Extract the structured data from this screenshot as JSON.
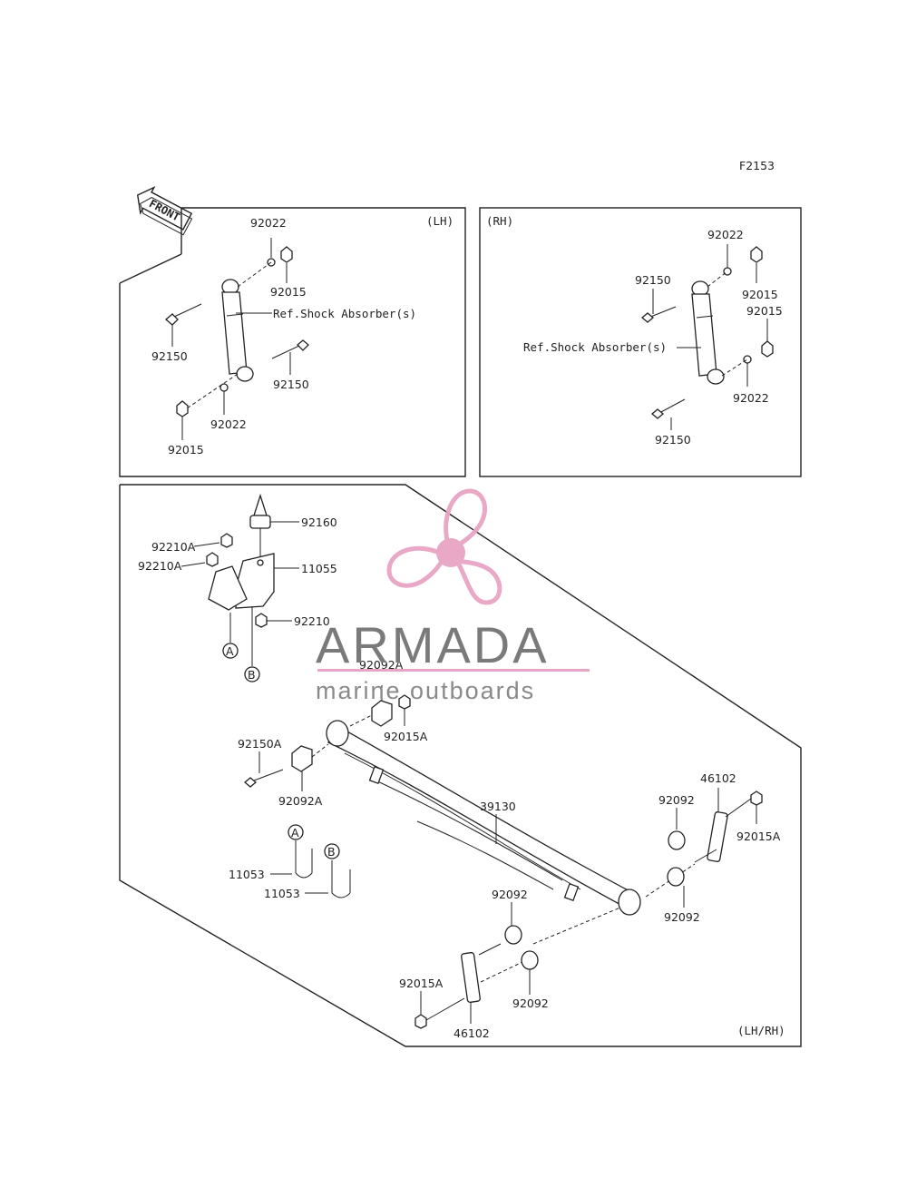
{
  "figure_code": "F2153",
  "front_label": "FRONT",
  "panels": {
    "lh": {
      "side_label": "(LH)",
      "ref_label": "Ref.Shock Absorber(s)",
      "callouts": [
        {
          "id": "lh-92022-top",
          "text": "92022"
        },
        {
          "id": "lh-92015-top",
          "text": "92015"
        },
        {
          "id": "lh-92150-left",
          "text": "92150"
        },
        {
          "id": "lh-92150-right",
          "text": "92150"
        },
        {
          "id": "lh-92022-bottom",
          "text": "92022"
        },
        {
          "id": "lh-92015-bottom",
          "text": "92015"
        }
      ]
    },
    "rh": {
      "side_label": "(RH)",
      "ref_label": "Ref.Shock Absorber(s)",
      "callouts": [
        {
          "id": "rh-92022-top",
          "text": "92022"
        },
        {
          "id": "rh-92150-top",
          "text": "92150"
        },
        {
          "id": "rh-92015-top",
          "text": "92015"
        },
        {
          "id": "rh-92015-mid",
          "text": "92015"
        },
        {
          "id": "rh-92022-bottom",
          "text": "92022"
        },
        {
          "id": "rh-92150-bottom",
          "text": "92150"
        }
      ]
    },
    "leaf": {
      "side_label": "(LH/RH)",
      "callouts": [
        {
          "id": "leaf-92160",
          "text": "92160"
        },
        {
          "id": "leaf-92210A-a",
          "text": "92210A"
        },
        {
          "id": "leaf-92210A-b",
          "text": "92210A"
        },
        {
          "id": "leaf-11055",
          "text": "11055"
        },
        {
          "id": "leaf-92210",
          "text": "92210"
        },
        {
          "id": "leaf-92092A-top",
          "text": "92092A"
        },
        {
          "id": "leaf-92015A-top",
          "text": "92015A"
        },
        {
          "id": "leaf-92150A",
          "text": "92150A"
        },
        {
          "id": "leaf-92092A-mid",
          "text": "92092A"
        },
        {
          "id": "leaf-39130",
          "text": "39130"
        },
        {
          "id": "leaf-46102-right",
          "text": "46102"
        },
        {
          "id": "leaf-92092-r1",
          "text": "92092"
        },
        {
          "id": "leaf-92015A-right",
          "text": "92015A"
        },
        {
          "id": "leaf-92092-r2",
          "text": "92092"
        },
        {
          "id": "leaf-11053-a",
          "text": "11053"
        },
        {
          "id": "leaf-11053-b",
          "text": "11053"
        },
        {
          "id": "leaf-92092-b1",
          "text": "92092"
        },
        {
          "id": "leaf-92092-b2",
          "text": "92092"
        },
        {
          "id": "leaf-92015A-bottom",
          "text": "92015A"
        },
        {
          "id": "leaf-46102-bottom",
          "text": "46102"
        }
      ],
      "ref_markers": [
        {
          "id": "marker-a-top",
          "text": "A"
        },
        {
          "id": "marker-b-top",
          "text": "B"
        },
        {
          "id": "marker-a-bottom",
          "text": "A"
        },
        {
          "id": "marker-b-bottom",
          "text": "B"
        }
      ]
    }
  },
  "watermark": {
    "brand": "ARMADA",
    "tagline": "marine outboards",
    "logo_color": "#e8a4c4",
    "rule_color": "#e8a4c4"
  }
}
